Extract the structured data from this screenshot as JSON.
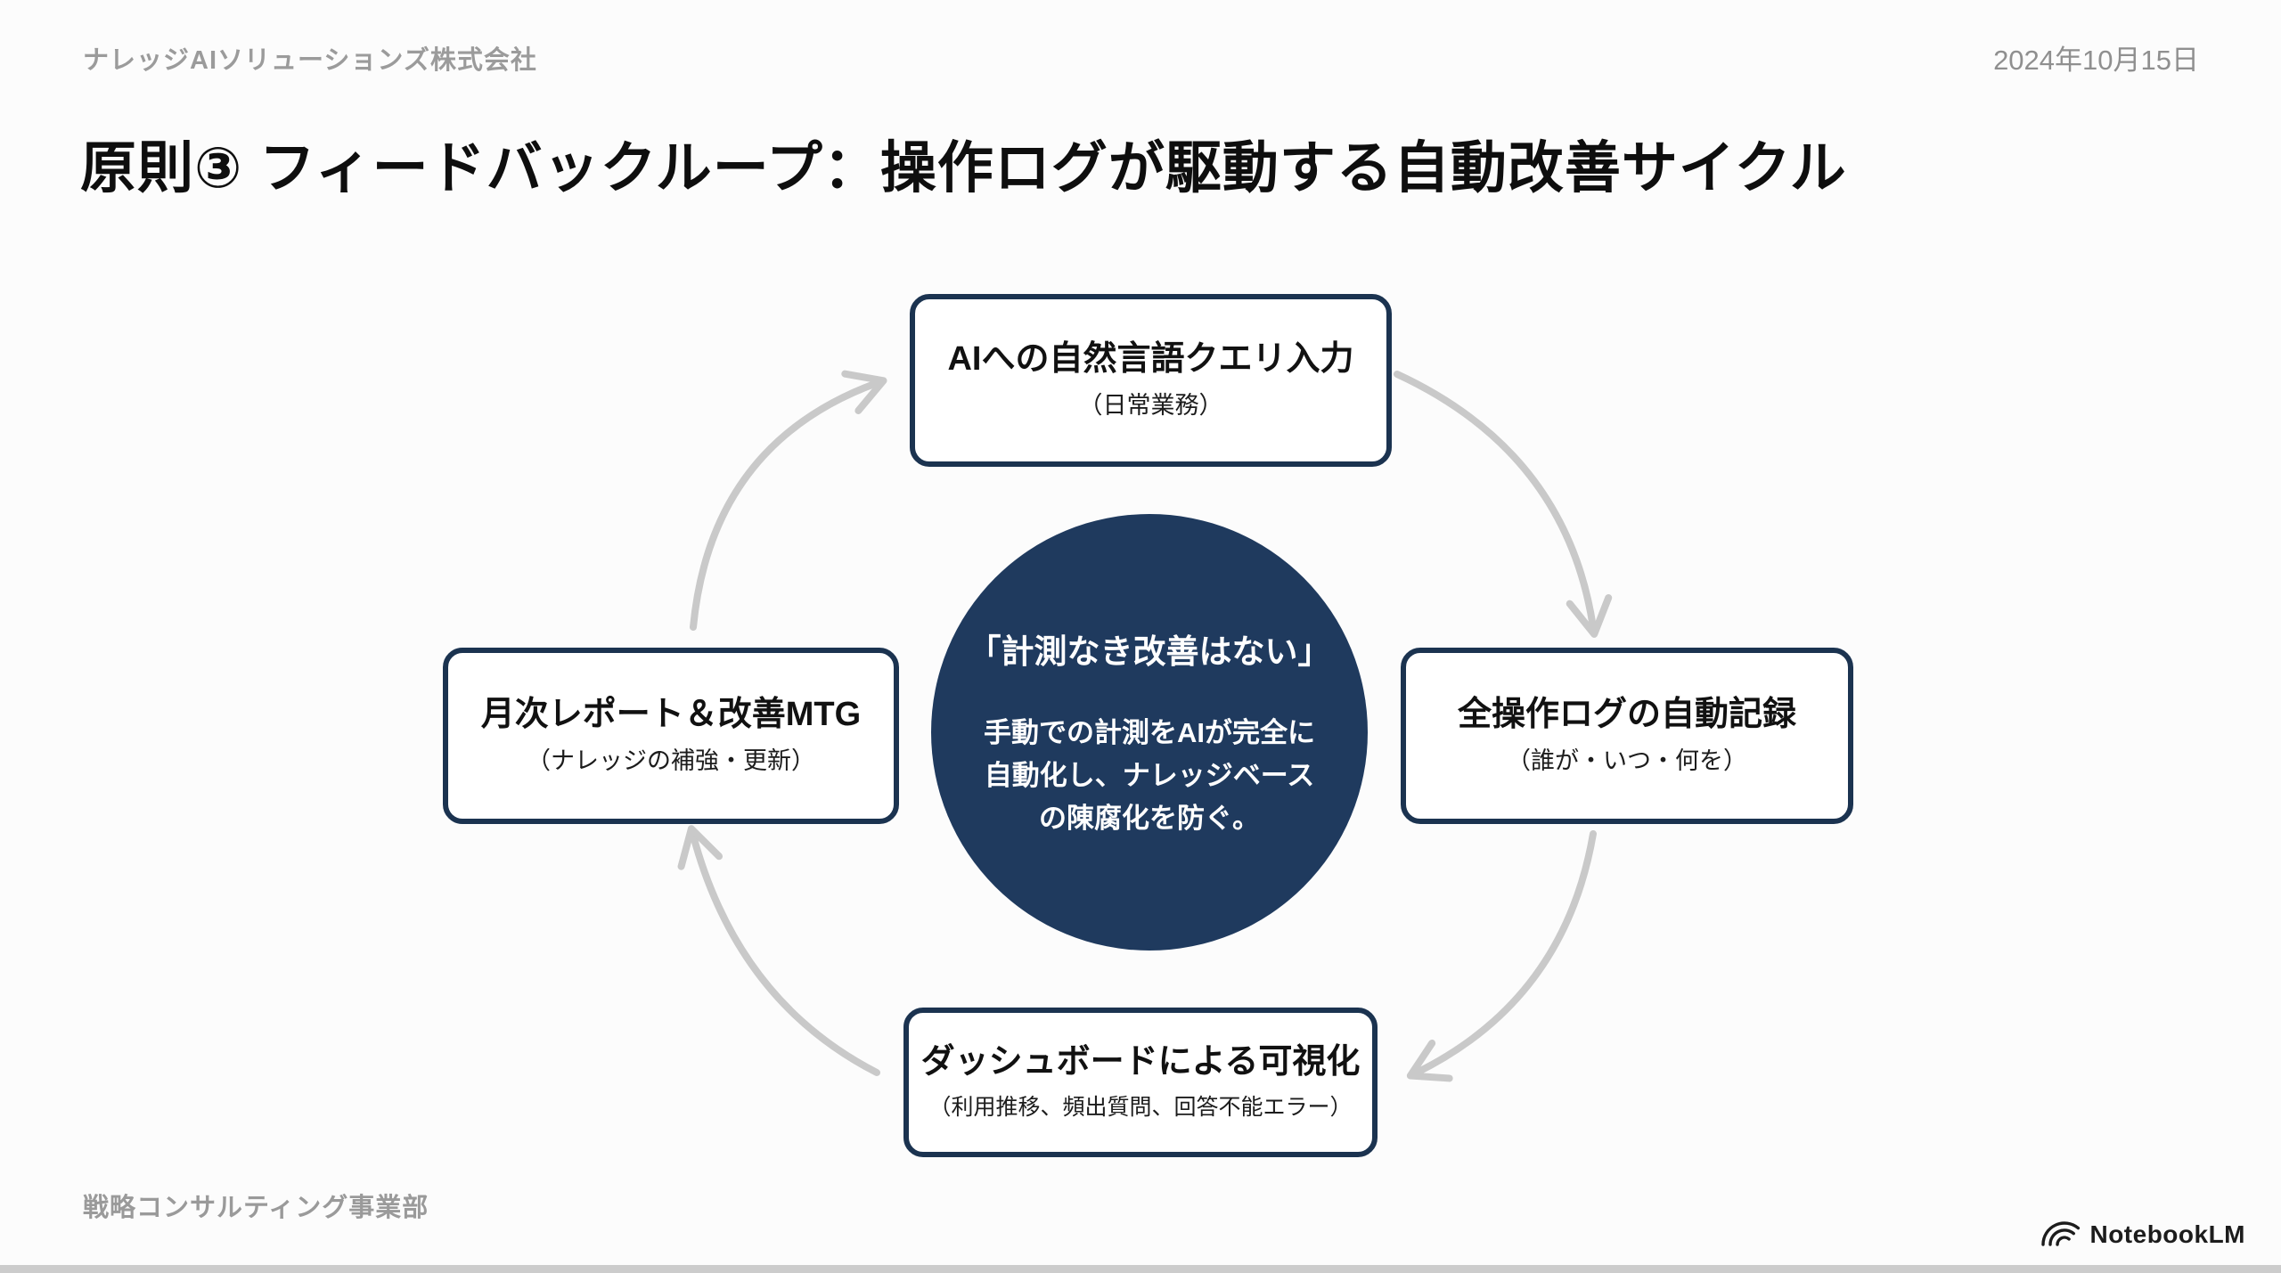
{
  "header": {
    "company": "ナレッジAIソリューションズ株式会社",
    "date": "2024年10月15日"
  },
  "title": "原則③ フィードバックループ：操作ログが駆動する自動改善サイクル",
  "cycle": {
    "top": {
      "title": "AIへの自然言語クエリ入力",
      "subtitle": "（日常業務）"
    },
    "right": {
      "title": "全操作ログの自動記録",
      "subtitle": "（誰が・いつ・何を）"
    },
    "bottom": {
      "title": "ダッシュボードによる可視化",
      "subtitle": "（利用推移、頻出質問、回答不能エラー）"
    },
    "left": {
      "title": "月次レポート＆改善MTG",
      "subtitle": "（ナレッジの補強・更新）"
    }
  },
  "center_circle": {
    "headline": "「計測なき改善はない」",
    "body_lines": {
      "0": "手動での計測をAIが完全に",
      "1": "自動化し、ナレッジベース",
      "2": "の陳腐化を防ぐ。"
    }
  },
  "footer": {
    "department": "戦略コンサルティング事業部",
    "brand": "NotebookLM"
  },
  "colors": {
    "navy": "#1f3a5e",
    "box_border": "#1b3350",
    "arrow_gray": "#c9c9c9",
    "muted_text": "#9a9a9a",
    "logo_ink": "#1c1c1c"
  }
}
